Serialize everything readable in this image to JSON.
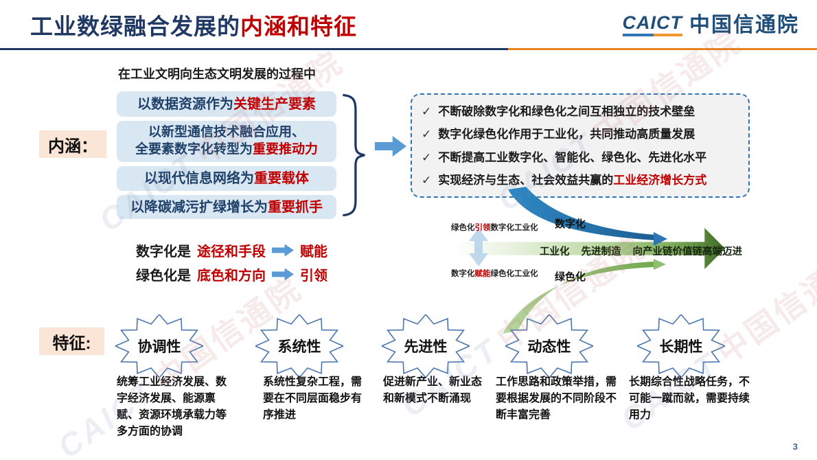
{
  "header": {
    "title_main": "工业数绿融合发展的",
    "title_accent": "内涵和特征",
    "logo": {
      "caict": "CAICT",
      "cn": "中国信通院"
    }
  },
  "page_number": "3",
  "watermark": {
    "en": "CAICT",
    "cn": "中国信通院"
  },
  "connotation": {
    "label": "内涵：",
    "intro": "在工业文明向生态文明发展的过程中",
    "boxes": [
      {
        "l1": "",
        "pre": "以数据资源作为",
        "em": "关键生产要素"
      },
      {
        "l1": "以新型通信技术融合应用、",
        "pre": "全要素数字化转型为",
        "em": "重要推动力"
      },
      {
        "l1": "",
        "pre": "以现代信息网络为",
        "em": "重要载体"
      },
      {
        "l1": "",
        "pre": "以降碳减污扩绿增长为",
        "em": "重要抓手"
      }
    ]
  },
  "summary": {
    "check": "✓",
    "points": [
      {
        "text": "不断破除数字化和绿色化之间互相独立的技术壁垒",
        "em": ""
      },
      {
        "text": "数字化绿色化作用于工业化，共同推动高质量发展",
        "em": ""
      },
      {
        "text": "不断提高工业数字化、智能化、绿色化、先进化水平",
        "em": ""
      },
      {
        "text": "实现经济与生态、社会效益共赢的",
        "em": "工业经济增长方式"
      }
    ]
  },
  "roles": [
    {
      "pre": "数字化是",
      "em": "途径和手段",
      "result": "赋能"
    },
    {
      "pre": "绿色化是",
      "em": "底色和方向",
      "result": "引领"
    }
  ],
  "diagram": {
    "top_label": {
      "pre": "绿色化",
      "em": "引领",
      "post": "数字化工业化"
    },
    "bottom_label": {
      "pre": "数字化",
      "em": "赋能",
      "post": "绿色化工业化"
    },
    "digital_label": "数字化",
    "green_label": "绿色化",
    "arrow_words": [
      "工业化",
      "先进制造",
      "向产业链价值链高端迈进"
    ]
  },
  "features": {
    "label": "特征:",
    "items": [
      {
        "name": "协调性",
        "desc": "统筹工业经济发展、数字经济发展、能源禀赋、资源环境承载力等多方面的协调"
      },
      {
        "name": "系统性",
        "desc": "系统性复杂工程，需要在不同层面稳步有序推进"
      },
      {
        "name": "先进性",
        "desc": "促进新产业、新业态和新模式不断涌现"
      },
      {
        "name": "动态性",
        "desc": "工作思路和政策举措，需要根据发展的不同阶段不断丰富完善"
      },
      {
        "name": "长期性",
        "desc": "长期综合性战略任务，不可能一蹴而就，需要持续用力"
      }
    ]
  },
  "colors": {
    "accent_red": "#c00000",
    "navy": "#1f3864",
    "orange": "#e8821e",
    "light_blue": "#5b9bd5",
    "green_dark": "#3f6b26"
  }
}
